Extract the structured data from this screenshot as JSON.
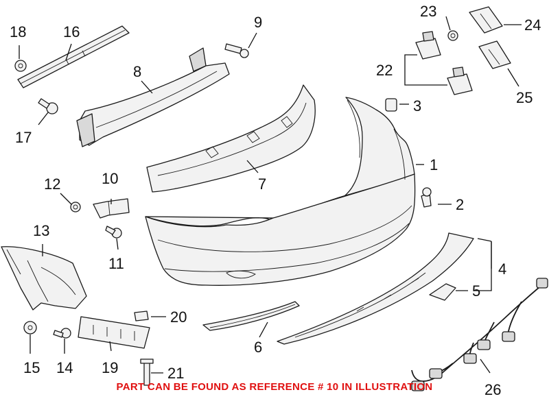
{
  "callouts": [
    {
      "id": "1",
      "label": "1"
    },
    {
      "id": "2",
      "label": "2"
    },
    {
      "id": "3",
      "label": "3"
    },
    {
      "id": "4",
      "label": "4"
    },
    {
      "id": "5",
      "label": "5"
    },
    {
      "id": "6",
      "label": "6"
    },
    {
      "id": "7",
      "label": "7"
    },
    {
      "id": "8",
      "label": "8"
    },
    {
      "id": "9",
      "label": "9"
    },
    {
      "id": "10",
      "label": "10"
    },
    {
      "id": "11",
      "label": "11"
    },
    {
      "id": "12",
      "label": "12"
    },
    {
      "id": "13",
      "label": "13"
    },
    {
      "id": "14",
      "label": "14"
    },
    {
      "id": "15",
      "label": "15"
    },
    {
      "id": "16",
      "label": "16"
    },
    {
      "id": "17",
      "label": "17"
    },
    {
      "id": "18",
      "label": "18"
    },
    {
      "id": "19",
      "label": "19"
    },
    {
      "id": "20",
      "label": "20"
    },
    {
      "id": "21",
      "label": "21"
    },
    {
      "id": "22",
      "label": "22"
    },
    {
      "id": "23",
      "label": "23"
    },
    {
      "id": "24",
      "label": "24"
    },
    {
      "id": "25",
      "label": "25"
    },
    {
      "id": "26",
      "label": "26"
    }
  ],
  "footer_note": "PART CAN BE FOUND AS REFERENCE # 10 IN ILLUSTRATION",
  "colors": {
    "note": "#e01010",
    "line": "#1a1a1a",
    "part_fill": "#f2f2f2"
  }
}
